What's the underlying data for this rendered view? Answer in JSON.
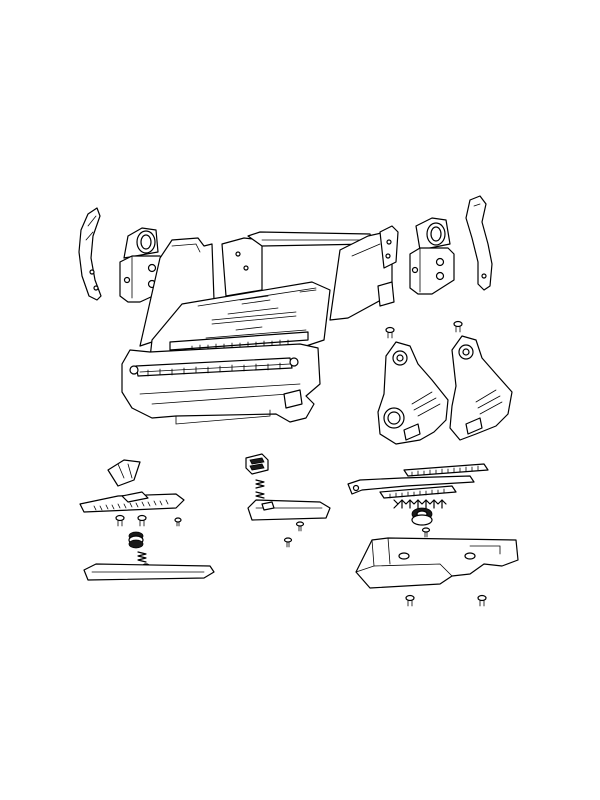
{
  "colors": {
    "background": "#ffffff",
    "linework": "#000000",
    "fill_dark": "#1a1a1a"
  },
  "drawing": {
    "style": "black-and-white exploded-view line drawing, no text printed",
    "parts": [
      "left-side-arm",
      "left-roller-bearing-bracket",
      "main-chassis-frame",
      "right-roller-bearing-bracket",
      "right-side-arm",
      "left-side-cover-plate",
      "right-side-cover-plate",
      "left-slider-assembly",
      "center-latch-assembly",
      "right-gear-and-spring-assembly",
      "bottom-tray",
      "screws"
    ]
  }
}
